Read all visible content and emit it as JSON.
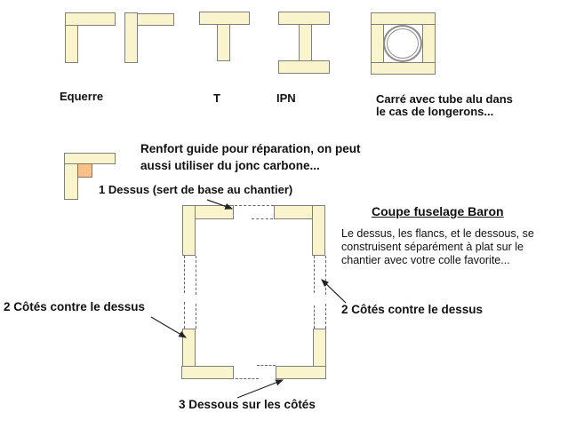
{
  "colors": {
    "bar_fill": "#FAF4CC",
    "bar_stroke": "#7F7F7F",
    "accent_fill": "#F9C189",
    "accent_stroke": "#8B7355",
    "tube_stroke": "#8C8C8C",
    "dash_color": "#666666",
    "arrow_color": "#222222",
    "text": "#111111"
  },
  "profiles": {
    "labels": {
      "equerre": "Equerre",
      "t": "T",
      "ipn": "IPN",
      "carre": [
        "Carré avec tube alu dans",
        "le cas de longerons..."
      ]
    }
  },
  "renfort": {
    "lines": [
      "Renfort guide pour réparation, on peut",
      "aussi utiliser du jonc carbone..."
    ]
  },
  "assembly": {
    "title": "Coupe fuselage Baron",
    "description": "Le dessus, les flancs, et le dessous, se construisent séparément à plat sur le chantier avec votre colle favorite...",
    "labels": {
      "step1": "1 Dessus (sert de base au chantier)",
      "step2_left": "2 Côtés contre le dessus",
      "step2_right": "2 Côtés contre le dessus",
      "step3": "3 Dessous sur les côtés"
    }
  }
}
